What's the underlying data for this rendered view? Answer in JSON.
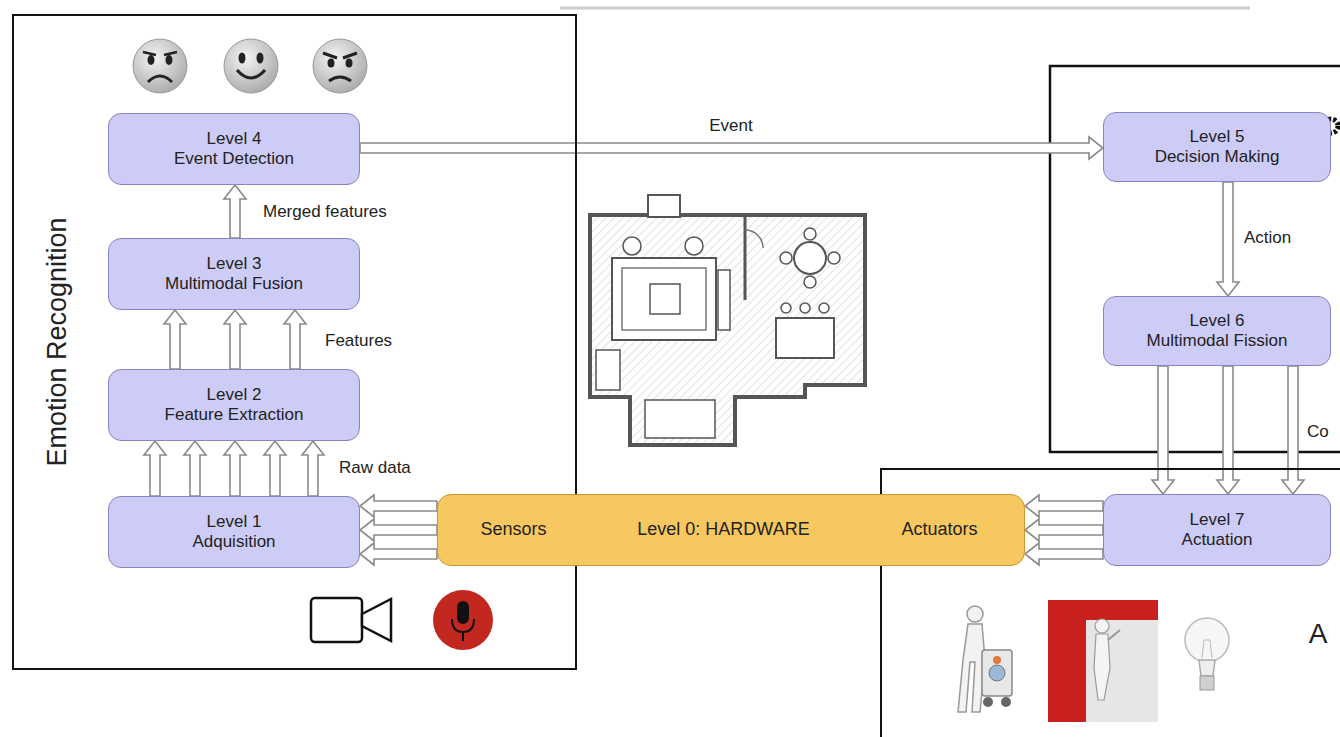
{
  "diagram": {
    "nodes": [
      {
        "text": [
          "Emotion Recognition"
        ]
      },
      {
        "text": [
          "Level 4 Event Detection"
        ],
        "in": 0
      },
      {
        "text": [
          "Level 3 Multimodal Fusion"
        ],
        "in": 0
      },
      {
        "text": [
          "Level 2 Feature Extraction"
        ],
        "in": 0
      },
      {
        "text": [
          "Level 1 Adquisition"
        ],
        "in": 0
      },
      {
        "text": [
          "Level 5 Decision Making"
        ]
      },
      {
        "text": [
          "Level 6 Multimodal Fission"
        ]
      },
      {
        "text": [
          "Sensors",
          "Level 0: HARDWARE",
          "Actuators"
        ]
      },
      {
        "text": [
          "A"
        ]
      },
      {
        "text": [
          "Level 7 Actuation"
        ],
        "in": 8
      }
    ],
    "edges": [
      {
        "from": 1,
        "to": 5,
        "arrow": "to",
        "label": "Event"
      },
      {
        "from": 2,
        "to": 1,
        "arrow": "to",
        "label": "Merged features"
      },
      {
        "from": 3,
        "to": 2,
        "arrow": "to"
      },
      {
        "from": 3,
        "to": 2,
        "arrow": "to"
      },
      {
        "from": 3,
        "to": 2,
        "arrow": "to",
        "label": "Features"
      },
      {
        "from": 4,
        "to": 3,
        "arrow": "to"
      },
      {
        "from": 4,
        "to": 3,
        "arrow": "to"
      },
      {
        "from": 4,
        "to": 3,
        "arrow": "to"
      },
      {
        "from": 4,
        "to": 3,
        "arrow": "to"
      },
      {
        "from": 4,
        "to": 3,
        "arrow": "to",
        "label": "Raw data"
      },
      {
        "from": 5,
        "to": 6,
        "arrow": "to",
        "label": "Action"
      },
      {
        "from": 6,
        "to": 9,
        "arrow": "to"
      },
      {
        "from": 6,
        "to": 9,
        "arrow": "to"
      },
      {
        "from": 6,
        "to": 9,
        "arrow": "to",
        "label": "Co"
      },
      {
        "from": 9,
        "to": 7,
        "arrow": "to"
      },
      {
        "from": 9,
        "to": 7,
        "arrow": "to"
      },
      {
        "from": 9,
        "to": 7,
        "arrow": "to"
      },
      {
        "from": 7,
        "to": 4,
        "arrow": "to"
      },
      {
        "from": 7,
        "to": 4,
        "arrow": "to"
      },
      {
        "from": 7,
        "to": 4,
        "arrow": "to"
      }
    ]
  }
}
